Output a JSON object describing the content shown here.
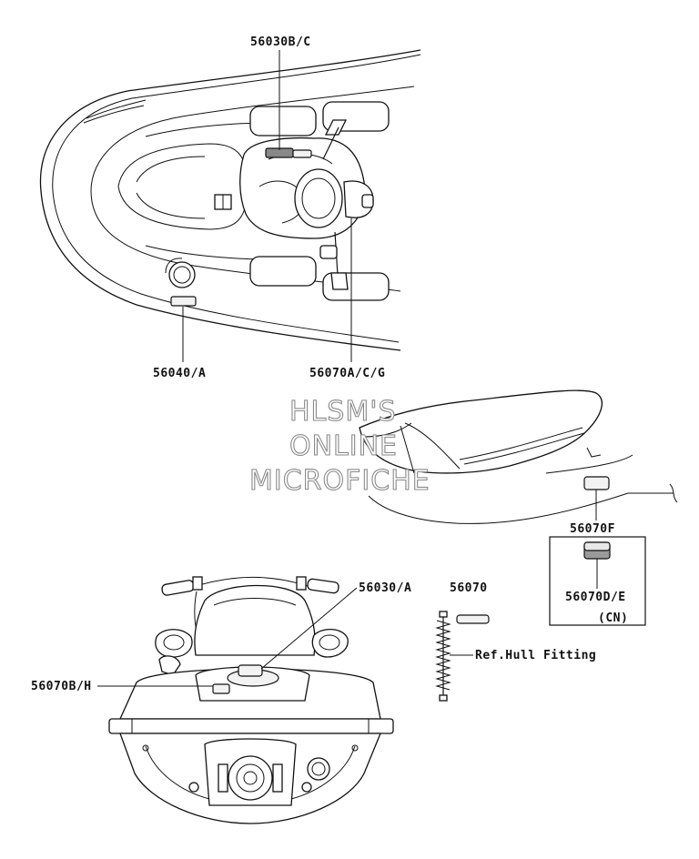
{
  "watermark": {
    "line1": "HLSM'S",
    "line2": "ONLINE",
    "line3": "MICROFICHE"
  },
  "callouts": {
    "c56030bc": "56030B/C",
    "c56040a": "56040/A",
    "c56070acg": "56070A/C/G",
    "c56070f": "56070F",
    "c56070de": "56070D/E",
    "cn": "(CN)",
    "c56030a": "56030/A",
    "c56070": "56070",
    "c56070bh": "56070B/H",
    "ref_hull": "Ref.Hull Fitting"
  }
}
